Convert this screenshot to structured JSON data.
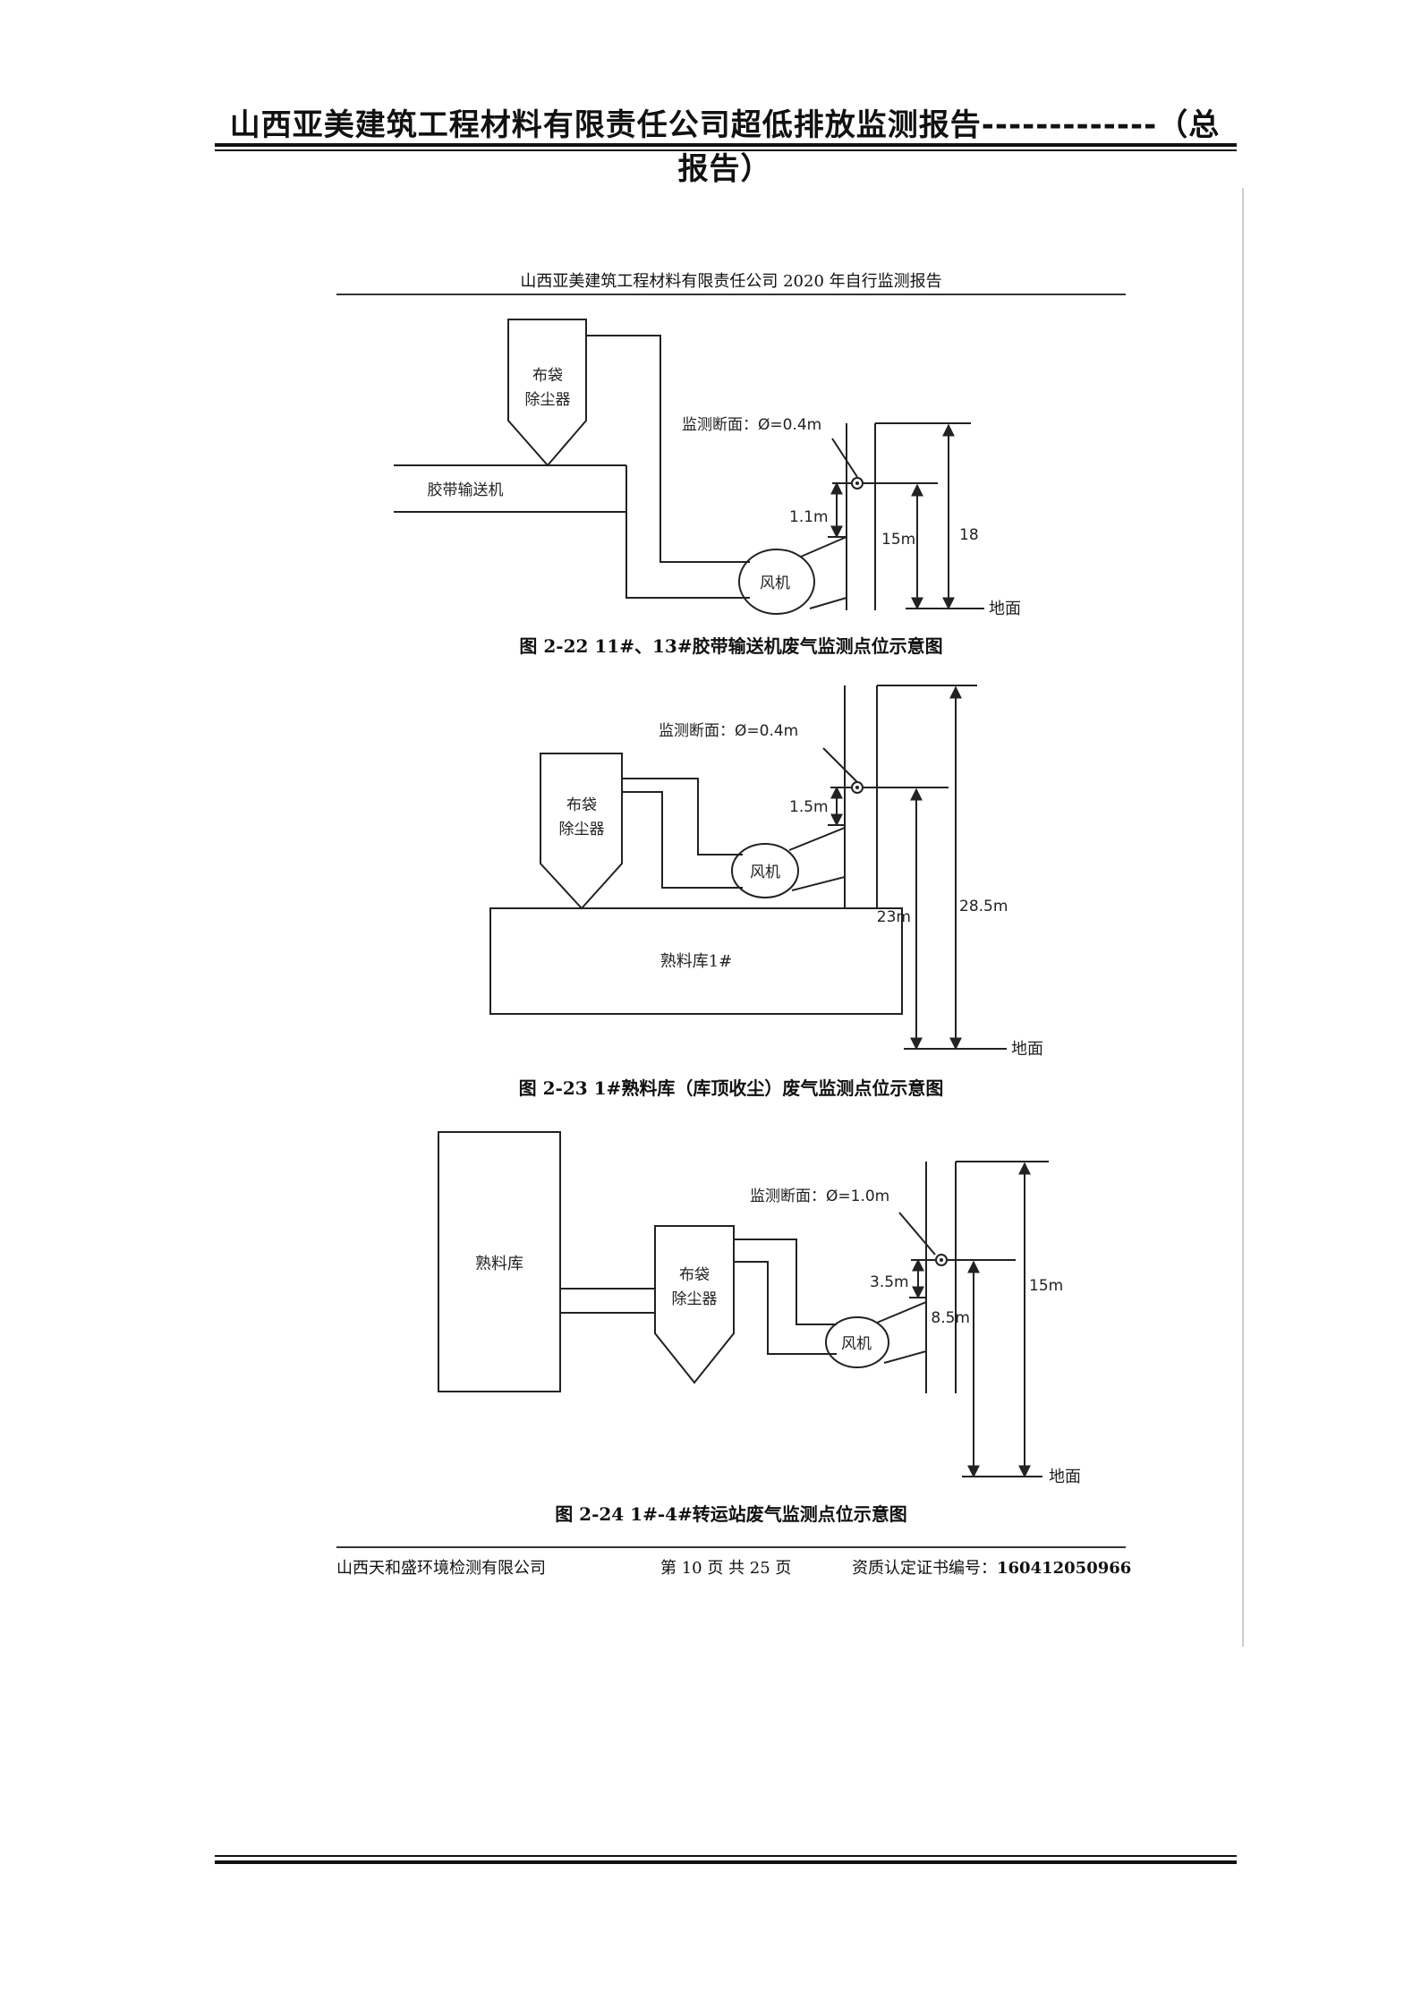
{
  "header": {
    "title": "山西亚美建筑工程材料有限责任公司超低排放监测报告-------------（总报告）"
  },
  "inner_page": {
    "header": "山西亚美建筑工程材料有限责任公司 2020 年自行监测报告",
    "footer": {
      "company": "山西天和盛环境检测有限公司",
      "page": "第 10 页 共 25 页",
      "cert_label": "资质认定证书编号：",
      "cert_number": "160412050966"
    }
  },
  "figures": [
    {
      "caption": "图 2-22    11#、13#胶带输送机废气监测点位示意图",
      "labels": {
        "filter_line1": "布袋",
        "filter_line2": "除尘器",
        "conveyor": "胶带输送机",
        "section": "监测断面：Ø=0.4m",
        "fan": "风机",
        "dim_offset": "1.1m",
        "dim_sample_height": "15m",
        "dim_stack_height": "18",
        "ground": "地面"
      }
    },
    {
      "caption": "图 2-23    1#熟料库（库顶收尘）废气监测点位示意图",
      "labels": {
        "filter_line1": "布袋",
        "filter_line2": "除尘器",
        "section": "监测断面：Ø=0.4m",
        "fan": "风机",
        "silo": "熟料库1#",
        "dim_offset": "1.5m",
        "dim_sample_height": "23m",
        "dim_stack_height": "28.5m",
        "ground": "地面"
      }
    },
    {
      "caption": "图 2-24    1#-4#转运站废气监测点位示意图",
      "labels": {
        "silo": "熟料库",
        "filter_line1": "布袋",
        "filter_line2": "除尘器",
        "section": "监测断面：Ø=1.0m",
        "fan": "风机",
        "dim_offset": "3.5m",
        "dim_sample_height": "8.5m",
        "dim_stack_height": "15m",
        "ground": "地面"
      }
    }
  ]
}
